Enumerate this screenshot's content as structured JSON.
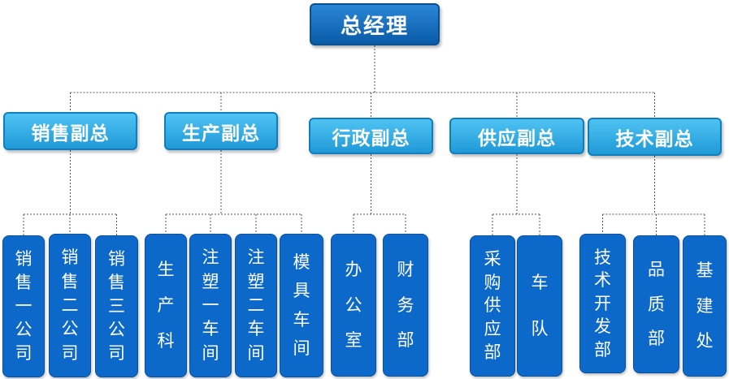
{
  "root": {
    "label": "总经理"
  },
  "vps": [
    {
      "label": "销售副总",
      "depts": [
        "销售一公司",
        "销售二公司",
        "销售三公司"
      ]
    },
    {
      "label": "生产副总",
      "depts": [
        "生产科",
        "注塑一车间",
        "注塑二车间",
        "模具车间"
      ]
    },
    {
      "label": "行政副总",
      "depts": [
        "办公室",
        "财务部"
      ]
    },
    {
      "label": "供应副总",
      "depts": [
        "采购供应部",
        "车队"
      ]
    },
    {
      "label": "技术副总",
      "depts": [
        "技术开发部",
        "品质部",
        "基建处"
      ]
    }
  ],
  "colors": {
    "ceo_fill": "#1a72c4",
    "vp_fill": "#35aee6",
    "dept_fill": "#0c68c9",
    "connector": "#555555"
  }
}
